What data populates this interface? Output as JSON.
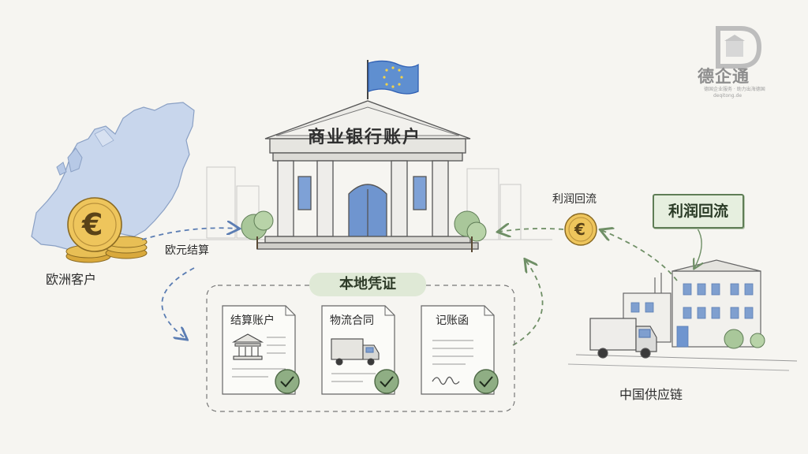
{
  "brand": {
    "logo_text": "德企通",
    "logo_tagline": "德国企业服务 · 助力出海德国",
    "logo_url": "deqitong.de",
    "logo_letter": "D"
  },
  "diagram": {
    "bank_title": "商业银行账户",
    "eu_customer": "欧洲客户",
    "eur_settlement": "欧元结算",
    "profit_return_small": "利润回流",
    "profit_return_box": "利润回流",
    "local_vouchers": "本地凭证",
    "supplier": "中国供应链",
    "documents": [
      {
        "title": "结算账户",
        "icon": "bank-icon"
      },
      {
        "title": "物流合同",
        "icon": "truck-icon"
      },
      {
        "title": "记账函",
        "icon": "signature-icon"
      }
    ],
    "currency_symbol": "€"
  },
  "colors": {
    "background": "#f6f5f1",
    "ink": "#3a3a3a",
    "eu_blue": "#2f5fb3",
    "coin_gold": "#e4b64a",
    "accent_green": "#6f8f66",
    "arrow_blue": "#5b7db3",
    "arrow_green": "#6f8f66"
  }
}
